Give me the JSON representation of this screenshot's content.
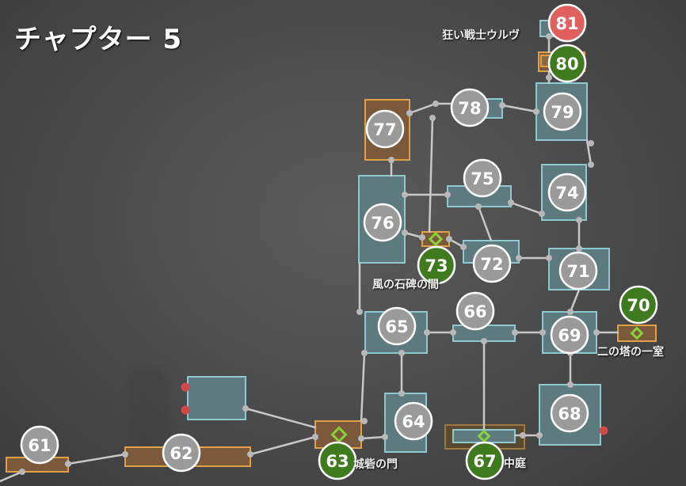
{
  "map": {
    "title": "チャプター 5",
    "colors": {
      "room_border": "#8fc9cf",
      "room_fill": "#5d7a7e",
      "corridor_border": "#e0a048",
      "corridor_fill": "#7a5a3a",
      "node_gray": "#9a9a9a",
      "node_green": "#3f7a1e",
      "node_red": "#e06060",
      "waypoint_icon": "#8ad03a",
      "path": "#c8c8c8"
    },
    "nodes": [
      {
        "num": "61",
        "type": "normal"
      },
      {
        "num": "62",
        "type": "normal"
      },
      {
        "num": "63",
        "type": "save"
      },
      {
        "num": "64",
        "type": "normal"
      },
      {
        "num": "65",
        "type": "normal"
      },
      {
        "num": "66",
        "type": "normal"
      },
      {
        "num": "67",
        "type": "save"
      },
      {
        "num": "68",
        "type": "normal"
      },
      {
        "num": "69",
        "type": "normal"
      },
      {
        "num": "70",
        "type": "save"
      },
      {
        "num": "71",
        "type": "normal"
      },
      {
        "num": "72",
        "type": "normal"
      },
      {
        "num": "73",
        "type": "save"
      },
      {
        "num": "74",
        "type": "normal"
      },
      {
        "num": "75",
        "type": "normal"
      },
      {
        "num": "76",
        "type": "normal"
      },
      {
        "num": "77",
        "type": "normal"
      },
      {
        "num": "78",
        "type": "normal"
      },
      {
        "num": "79",
        "type": "normal"
      },
      {
        "num": "80",
        "type": "save"
      },
      {
        "num": "81",
        "type": "boss"
      }
    ],
    "labels": {
      "gate": "城砦の門",
      "courtyard": "中庭",
      "stone_room": "風の石碑の間",
      "tower_room": "二の塔の一室",
      "boss": "狂い戦士ウルヴ"
    }
  }
}
